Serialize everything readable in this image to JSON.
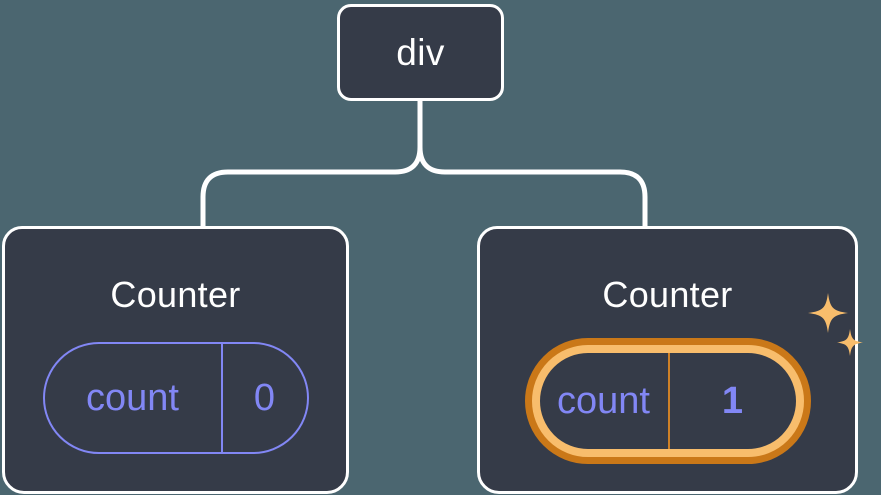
{
  "diagram": {
    "type": "component-tree",
    "background_color": "#4b6670",
    "node_fill_color": "#353b48",
    "node_border_color": "#ffffff",
    "connector_color": "#ffffff",
    "accent_purple": "#8287f5",
    "highlight_orange_outer": "#ca7818",
    "highlight_orange_inner": "#f8bd6c",
    "root": {
      "label": "div"
    },
    "children": [
      {
        "label": "Counter",
        "state": {
          "key": "count",
          "value": "0"
        },
        "highlighted": false
      },
      {
        "label": "Counter",
        "state": {
          "key": "count",
          "value": "1"
        },
        "highlighted": true,
        "decoration": "sparkles-icon"
      }
    ]
  }
}
